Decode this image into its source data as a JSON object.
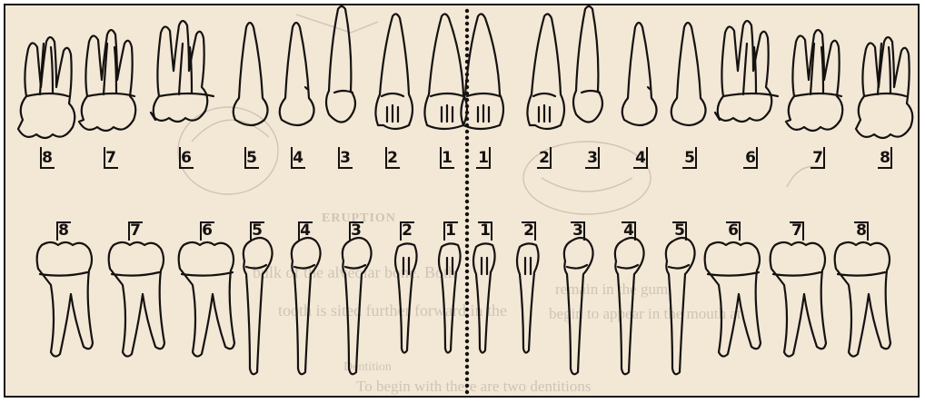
{
  "background_text": {
    "line_a": "bulk of the alveolar bone. Both",
    "line_b": "tooth is sited further forward in the",
    "line_c": "remain in the gum",
    "line_d": "begin to appear in the mouth at",
    "caps": "ERUPTION",
    "sub": "Dentition",
    "more": "To begin with there are two dentitions"
  },
  "upper_labels": [
    {
      "side": "right",
      "num": "8"
    },
    {
      "side": "right",
      "num": "7"
    },
    {
      "side": "right",
      "num": "6"
    },
    {
      "side": "right",
      "num": "5"
    },
    {
      "side": "right",
      "num": "4"
    },
    {
      "side": "right",
      "num": "3"
    },
    {
      "side": "right",
      "num": "2"
    },
    {
      "side": "right",
      "num": "1"
    },
    {
      "side": "left",
      "num": "1"
    },
    {
      "side": "left",
      "num": "2"
    },
    {
      "side": "left",
      "num": "3"
    },
    {
      "side": "left",
      "num": "4"
    },
    {
      "side": "left",
      "num": "5"
    },
    {
      "side": "left",
      "num": "6"
    },
    {
      "side": "left",
      "num": "7"
    },
    {
      "side": "left",
      "num": "8"
    }
  ],
  "lower_labels": [
    {
      "side": "right",
      "num": "8"
    },
    {
      "side": "right",
      "num": "7"
    },
    {
      "side": "right",
      "num": "6"
    },
    {
      "side": "right",
      "num": "5"
    },
    {
      "side": "right",
      "num": "4"
    },
    {
      "side": "right",
      "num": "3"
    },
    {
      "side": "right",
      "num": "2"
    },
    {
      "side": "right",
      "num": "1"
    },
    {
      "side": "left",
      "num": "1"
    },
    {
      "side": "left",
      "num": "2"
    },
    {
      "side": "left",
      "num": "3"
    },
    {
      "side": "left",
      "num": "4"
    },
    {
      "side": "left",
      "num": "5"
    },
    {
      "side": "left",
      "num": "6"
    },
    {
      "side": "left",
      "num": "7"
    },
    {
      "side": "left",
      "num": "8"
    }
  ],
  "colors": {
    "paper": "#f3e7d6",
    "ink": "#141210",
    "faded_text": "#1f1712"
  }
}
